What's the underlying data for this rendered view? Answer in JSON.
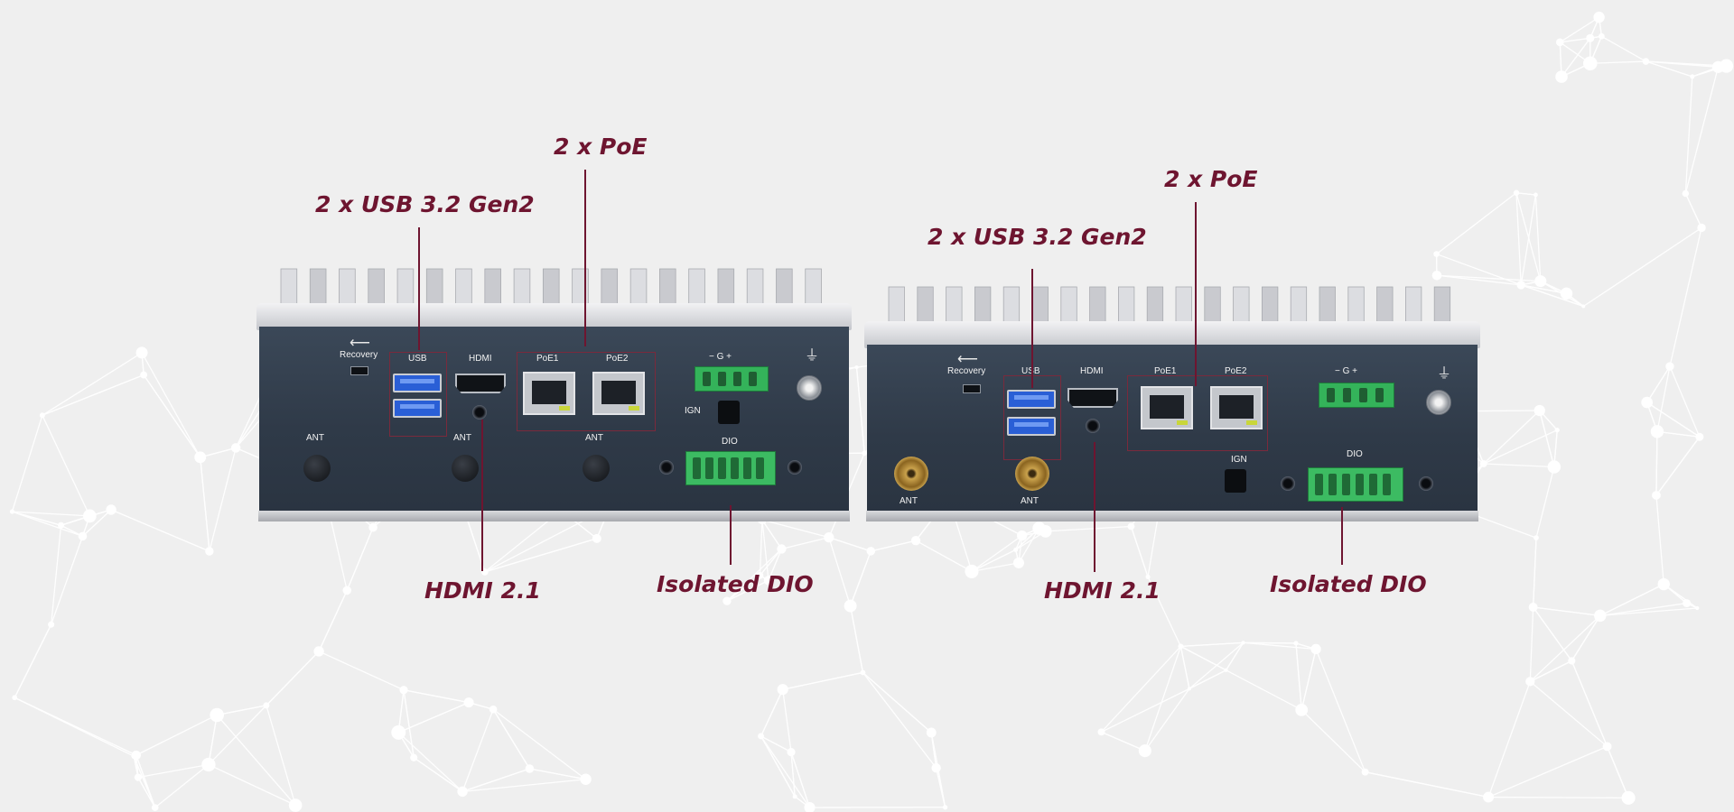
{
  "colors": {
    "background": "#efefef",
    "callout_text": "#6e1530",
    "panel": "#2f3a48",
    "heatsink": "#d3d4d8",
    "usb_blue": "#2a5fd6",
    "terminal_green": "#34b35a"
  },
  "callouts": {
    "left": {
      "poe": "2 x PoE",
      "usb": "2 x USB 3.2 Gen2",
      "hdmi": "HDMI 2.1",
      "dio": "Isolated DIO"
    },
    "right": {
      "poe": "2 x PoE",
      "usb": "2 x USB 3.2 Gen2",
      "hdmi": "HDMI 2.1",
      "dio": "Isolated DIO"
    }
  },
  "left_device": {
    "recovery_label": "Recovery",
    "usb_label": "USB",
    "hdmi_label": "HDMI",
    "poe1_label": "PoE1",
    "poe2_label": "PoE2",
    "power_label": "−  G  +",
    "ign_label": "IGN",
    "dio_label": "DIO",
    "ant_labels": [
      "ANT",
      "ANT",
      "ANT"
    ],
    "ground_glyph": "⏚"
  },
  "right_device": {
    "recovery_label": "Recovery",
    "usb_label": "USB",
    "hdmi_label": "HDMI",
    "poe1_label": "PoE1",
    "poe2_label": "PoE2",
    "power_label": "−  G  +",
    "ign_label": "IGN",
    "dio_label": "DIO",
    "ant_labels": [
      "ANT",
      "ANT"
    ],
    "ground_glyph": "⏚"
  }
}
